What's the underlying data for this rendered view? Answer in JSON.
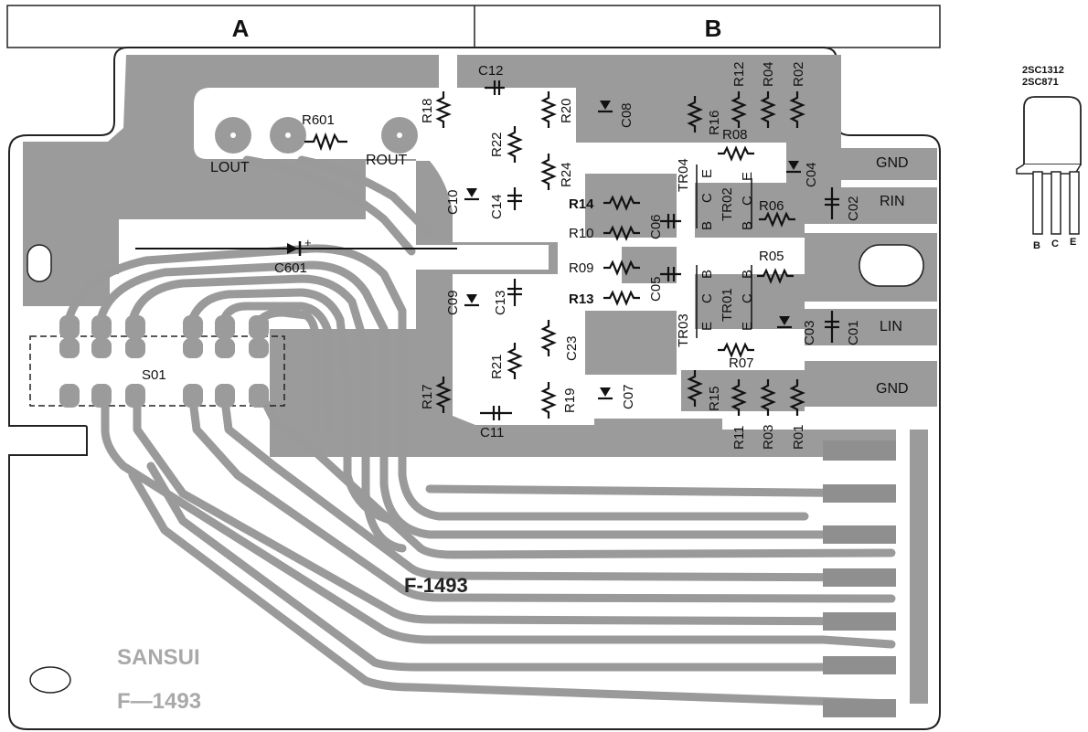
{
  "zones": {
    "a": "A",
    "b": "B"
  },
  "board": {
    "part_number": "F-1493",
    "brand": "SANSUI",
    "silk_part_number": "F—1493"
  },
  "connectors": {
    "l_out": "LOUT",
    "r_out": "ROUT",
    "gnd_top": "GND",
    "r_in": "RIN",
    "l_in": "LIN",
    "gnd_bottom": "GND"
  },
  "components": {
    "r601": "R601",
    "c601": "C601",
    "s01": "S01",
    "c12": "C12",
    "c11": "C11",
    "c13": "C13",
    "c14": "C14",
    "c10": "C10",
    "c09": "C09",
    "c08": "C08",
    "c07": "C07",
    "c06": "C06",
    "c05": "C05",
    "c04": "C04",
    "c03": "C03",
    "c02": "C02",
    "c01": "C01",
    "c23": "C23",
    "r18": "R18",
    "r17": "R17",
    "r20": "R20",
    "r19": "R19",
    "r22": "R22",
    "r21": "R21",
    "r24": "R24",
    "r16": "R16",
    "r15": "R15",
    "r14": "R14",
    "r13": "R13",
    "r12": "R12",
    "r11": "R11",
    "r10": "R10",
    "r09": "R09",
    "r08": "R08",
    "r07": "R07",
    "r06": "R06",
    "r05": "R05",
    "r04": "R04",
    "r03": "R03",
    "r02": "R02",
    "r01": "R01",
    "tr04": "TR04",
    "tr03": "TR03",
    "tr02": "TR02",
    "tr01": "TR01"
  },
  "pins": {
    "b": "B",
    "c": "C",
    "e": "E"
  },
  "transistor": {
    "type1": "2SC1312",
    "type2": "2SC871"
  }
}
